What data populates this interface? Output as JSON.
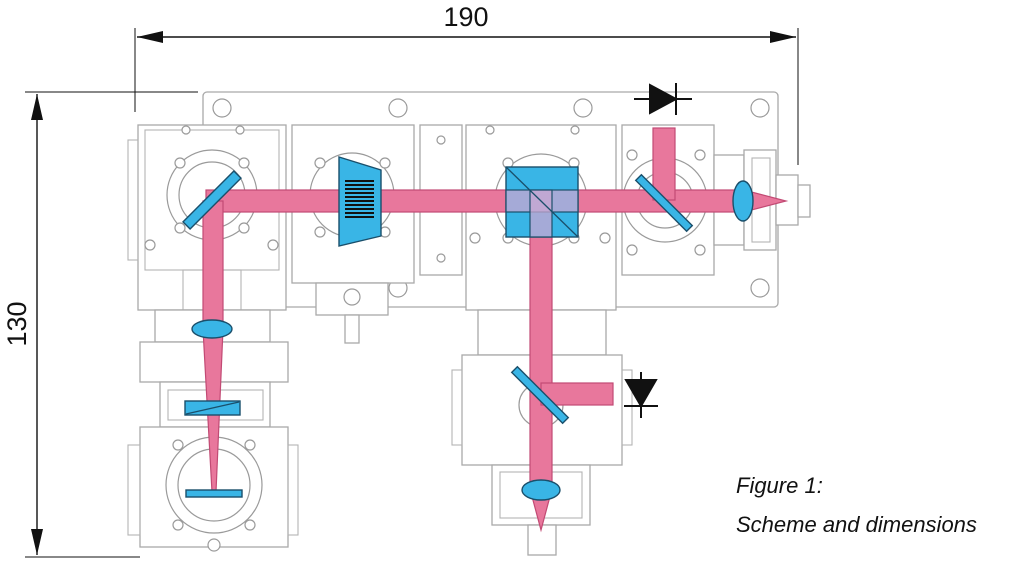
{
  "dimensions": {
    "width_label": "190",
    "height_label": "130"
  },
  "caption": {
    "line1": "Figure 1:",
    "line2": "Scheme and dimensions"
  },
  "colors": {
    "beam": "#e8779c",
    "optic": "#39b5e6",
    "hardware_outline": "#a9a9a9"
  }
}
